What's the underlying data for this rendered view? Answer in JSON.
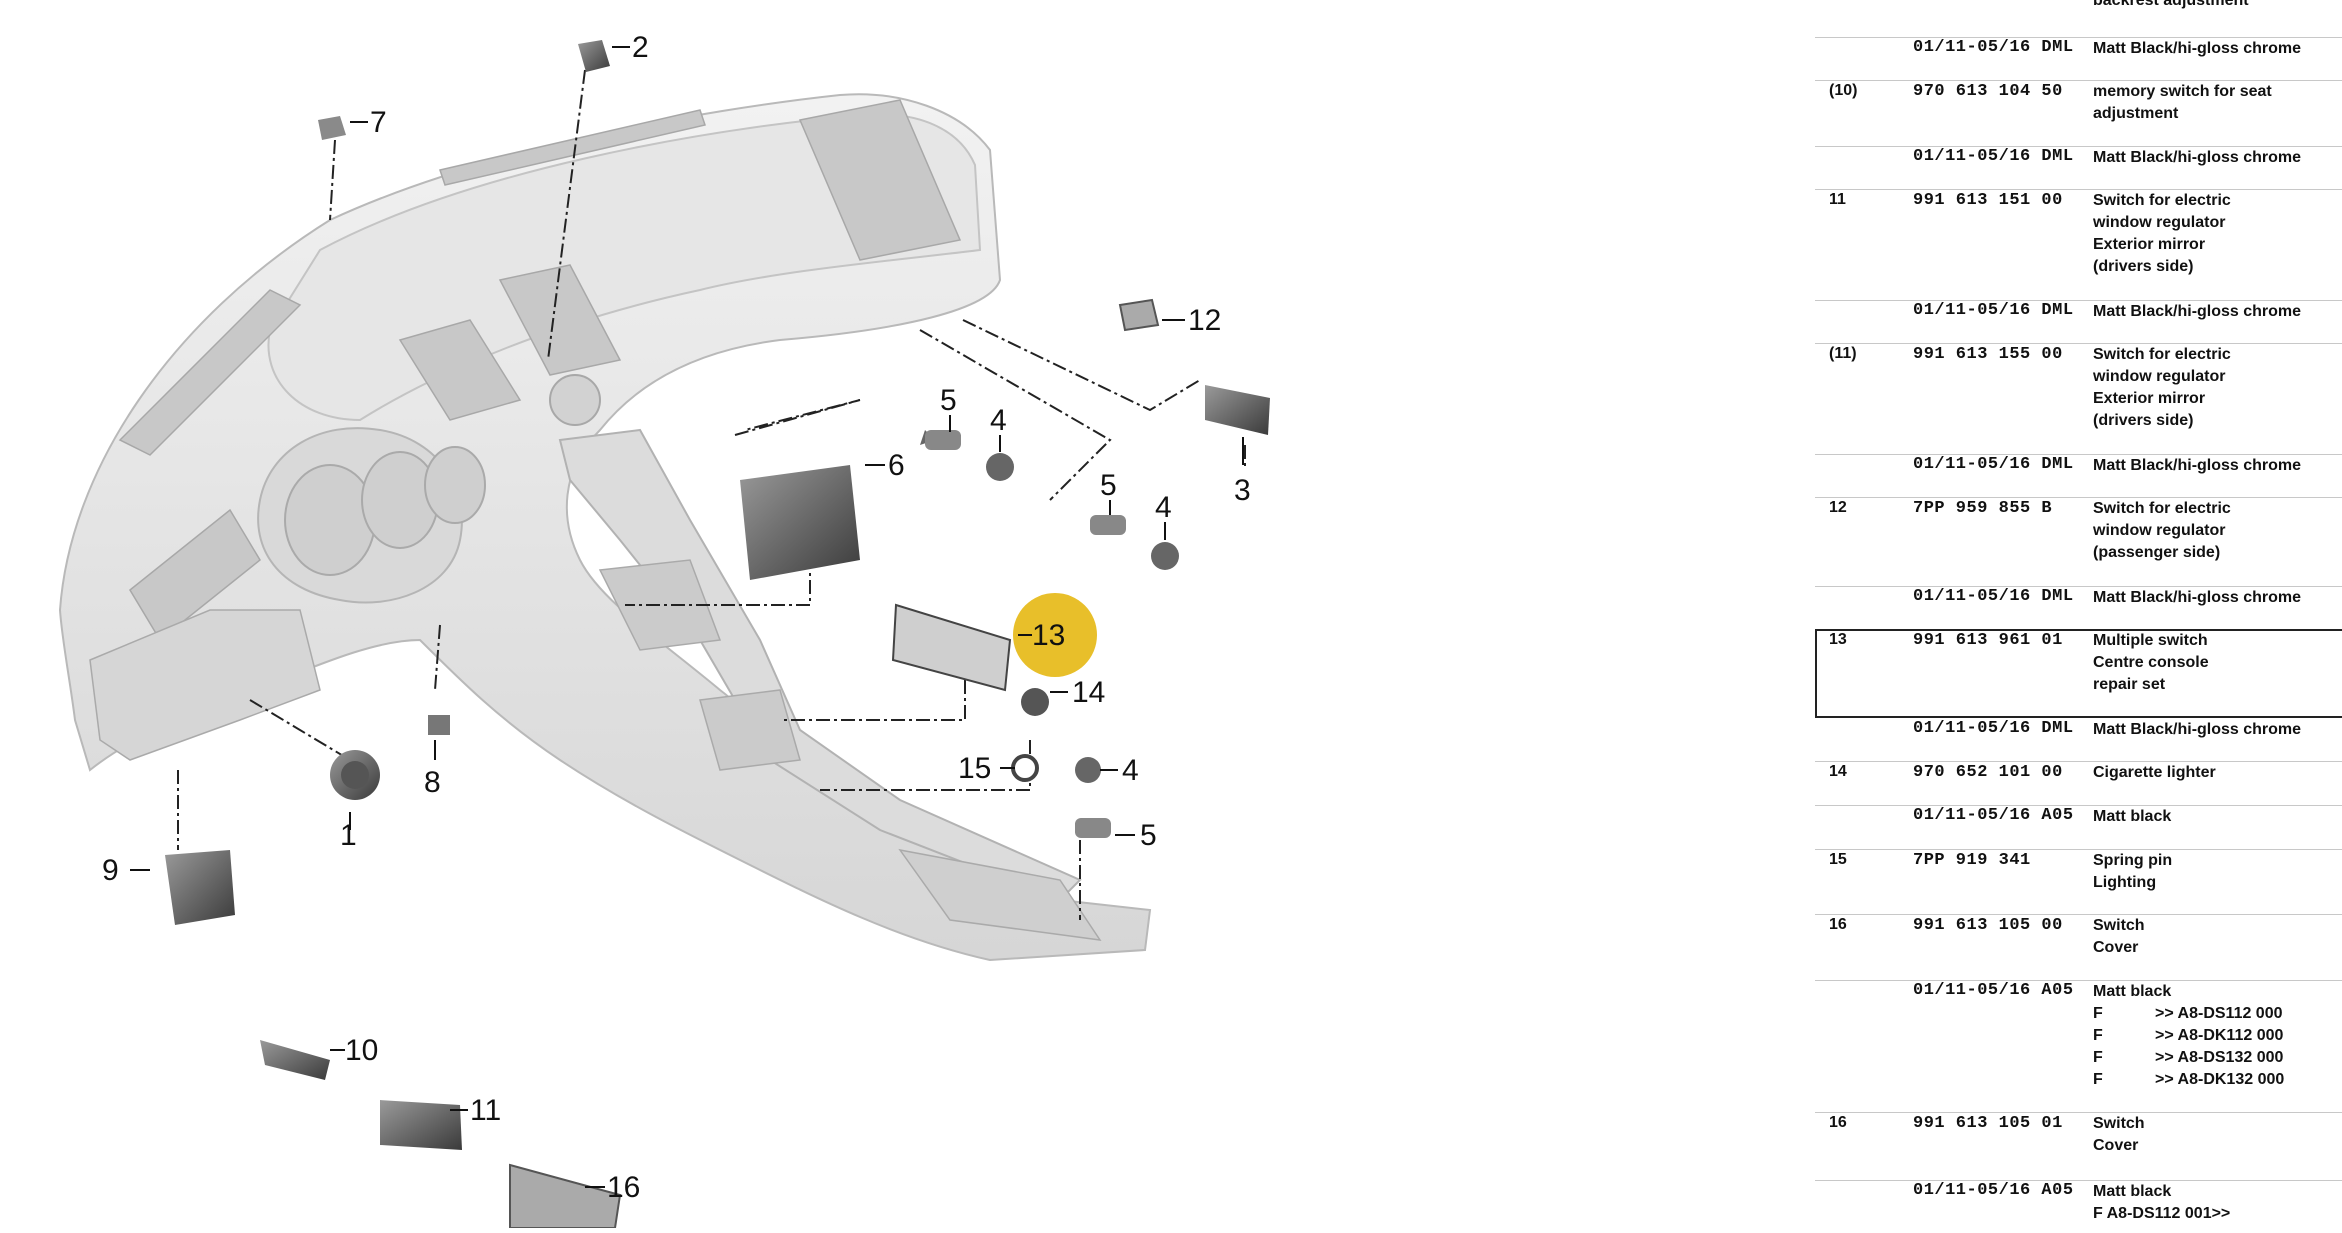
{
  "diagram": {
    "callouts": [
      {
        "id": "c1",
        "label": "1"
      },
      {
        "id": "c2",
        "label": "2"
      },
      {
        "id": "c3",
        "label": "3"
      },
      {
        "id": "c4a",
        "label": "4"
      },
      {
        "id": "c4b",
        "label": "4"
      },
      {
        "id": "c4c",
        "label": "4"
      },
      {
        "id": "c5a",
        "label": "5"
      },
      {
        "id": "c5b",
        "label": "5"
      },
      {
        "id": "c5c",
        "label": "5"
      },
      {
        "id": "c6",
        "label": "6"
      },
      {
        "id": "c7",
        "label": "7"
      },
      {
        "id": "c8",
        "label": "8"
      },
      {
        "id": "c9",
        "label": "9"
      },
      {
        "id": "c10",
        "label": "10"
      },
      {
        "id": "c11",
        "label": "11"
      },
      {
        "id": "c12",
        "label": "12"
      },
      {
        "id": "c13",
        "label": "13"
      },
      {
        "id": "c14",
        "label": "14"
      },
      {
        "id": "c15",
        "label": "15"
      },
      {
        "id": "c16",
        "label": "16"
      }
    ],
    "highlight_color": "#E8BF2A"
  },
  "parts_table": {
    "top_partial": {
      "desc": "backrest adjustment"
    },
    "rows": [
      {
        "item": "",
        "number": "01/11-05/16 DML",
        "desc": [
          "Matt Black/hi-gloss chrome"
        ]
      },
      {
        "item": "(10)",
        "number": "970 613 104 50",
        "desc": [
          "memory switch for seat",
          "adjustment"
        ]
      },
      {
        "item": "",
        "number": "01/11-05/16 DML",
        "desc": [
          "Matt Black/hi-gloss chrome"
        ]
      },
      {
        "item": "11",
        "number": "991 613 151 00",
        "desc": [
          "Switch for electric",
          "window regulator",
          "Exterior mirror",
          "(drivers side)"
        ]
      },
      {
        "item": "",
        "number": "01/11-05/16 DML",
        "desc": [
          "Matt Black/hi-gloss chrome"
        ]
      },
      {
        "item": "(11)",
        "number": "991 613 155 00",
        "desc": [
          "Switch for electric",
          "window regulator",
          "Exterior mirror",
          "(drivers side)"
        ]
      },
      {
        "item": "",
        "number": "01/11-05/16 DML",
        "desc": [
          "Matt Black/hi-gloss chrome"
        ]
      },
      {
        "item": "12",
        "number": "7PP 959 855 B",
        "desc": [
          "Switch for electric",
          "window regulator",
          "(passenger side)"
        ]
      },
      {
        "item": "",
        "number": "01/11-05/16 DML",
        "desc": [
          "Matt Black/hi-gloss chrome"
        ]
      },
      {
        "item": "13",
        "number": "991 613 961 01",
        "desc": [
          "Multiple switch",
          "Centre console",
          "repair set"
        ]
      },
      {
        "item": "",
        "number": "01/11-05/16 DML",
        "desc": [
          "Matt Black/hi-gloss chrome"
        ]
      },
      {
        "item": "14",
        "number": "970 652 101 00",
        "desc": [
          "Cigarette lighter"
        ]
      },
      {
        "item": "",
        "number": "01/11-05/16 A05",
        "desc": [
          "Matt black"
        ]
      },
      {
        "item": "15",
        "number": "7PP 919 341",
        "desc": [
          "Spring pin",
          "Lighting"
        ]
      },
      {
        "item": "16",
        "number": "991 613 105 00",
        "desc": [
          "Switch",
          "Cover"
        ]
      },
      {
        "item": "",
        "number": "01/11-05/16 A05",
        "desc": [
          "Matt black"
        ],
        "filters": [
          {
            "flag": "F",
            "code": ">> A8-DS112 000"
          },
          {
            "flag": "F",
            "code": ">> A8-DK112 000"
          },
          {
            "flag": "F",
            "code": ">> A8-DS132 000"
          },
          {
            "flag": "F",
            "code": ">> A8-DK132 000"
          }
        ]
      },
      {
        "item": "16",
        "number": "991 613 105 01",
        "desc": [
          "Switch",
          "Cover"
        ]
      },
      {
        "item": "",
        "number": "01/11-05/16 A05",
        "desc": [
          "Matt black",
          "F A8-DS112 001>>"
        ]
      }
    ]
  }
}
